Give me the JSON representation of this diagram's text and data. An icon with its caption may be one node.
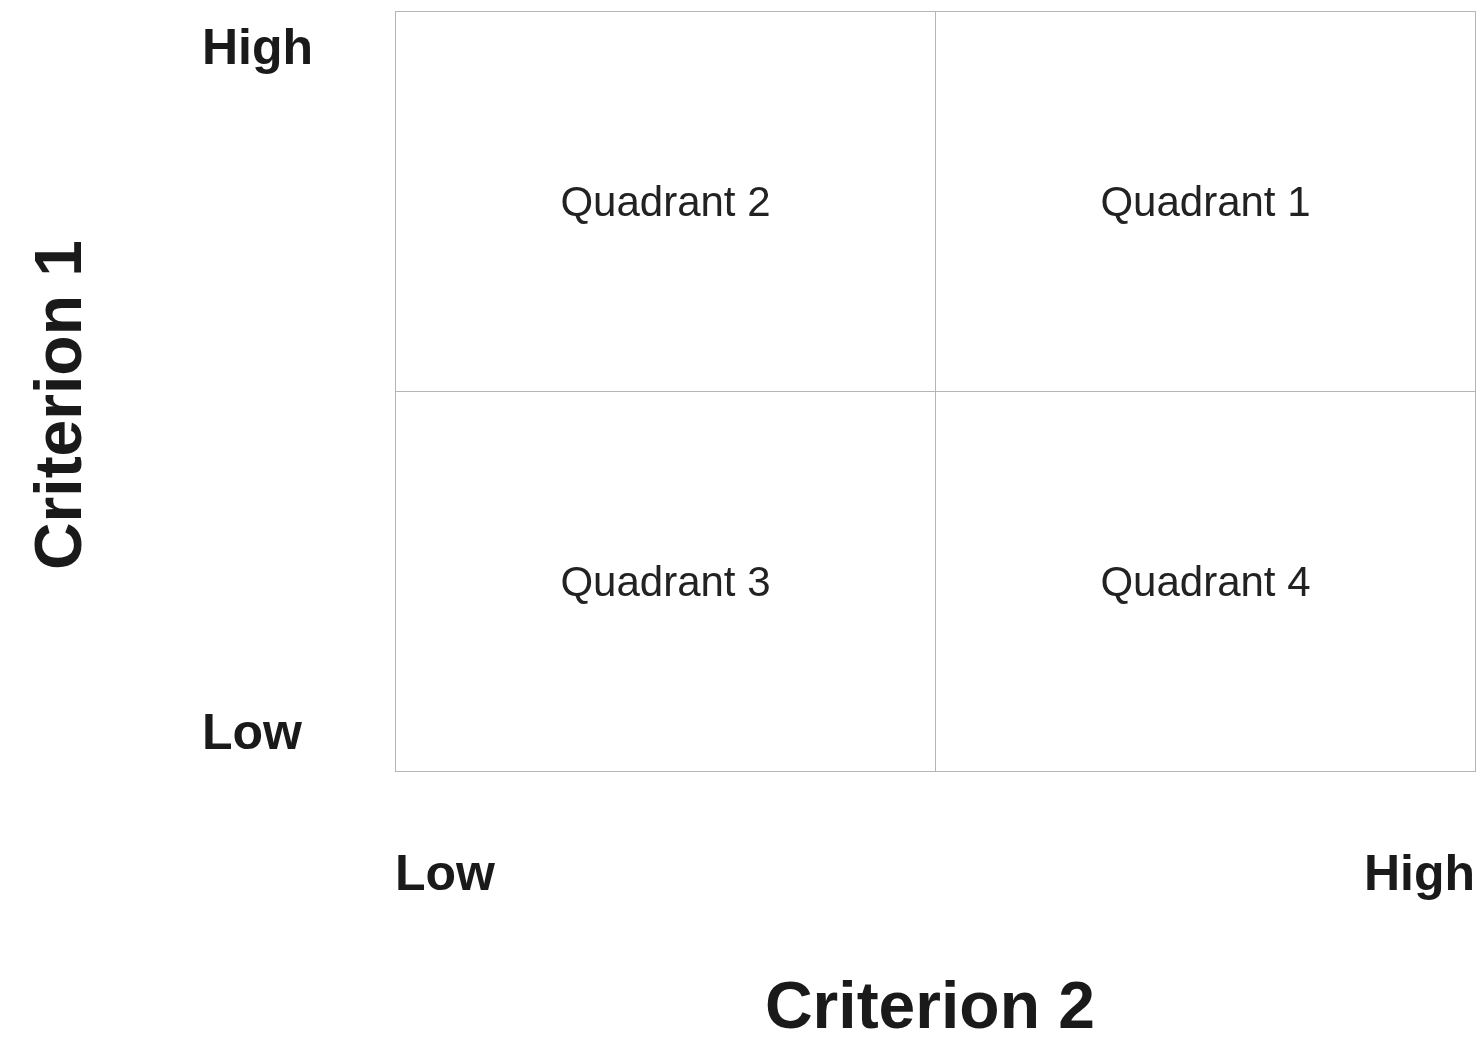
{
  "diagram": {
    "nodes": [
      {
        "text": [
          "Quadrant 2"
        ]
      },
      {
        "text": [
          "Quadrant 1"
        ]
      },
      {
        "text": [
          "Quadrant 3"
        ]
      },
      {
        "text": [
          "Quadrant 4"
        ]
      }
    ],
    "edges": [],
    "labels": [
      "High",
      "Criterion 1",
      "Low",
      "Low",
      "High",
      "Criterion 2"
    ]
  }
}
